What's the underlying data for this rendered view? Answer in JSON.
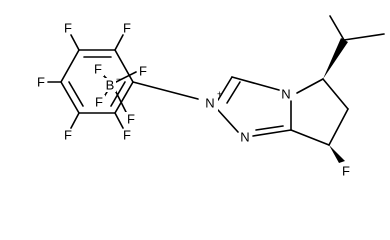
{
  "molecule": {
    "atom_labels": {
      "fluorine": "F",
      "boron": "B",
      "nitrogen": "N",
      "charge_plus": "+",
      "charge_minus": "−"
    }
  }
}
